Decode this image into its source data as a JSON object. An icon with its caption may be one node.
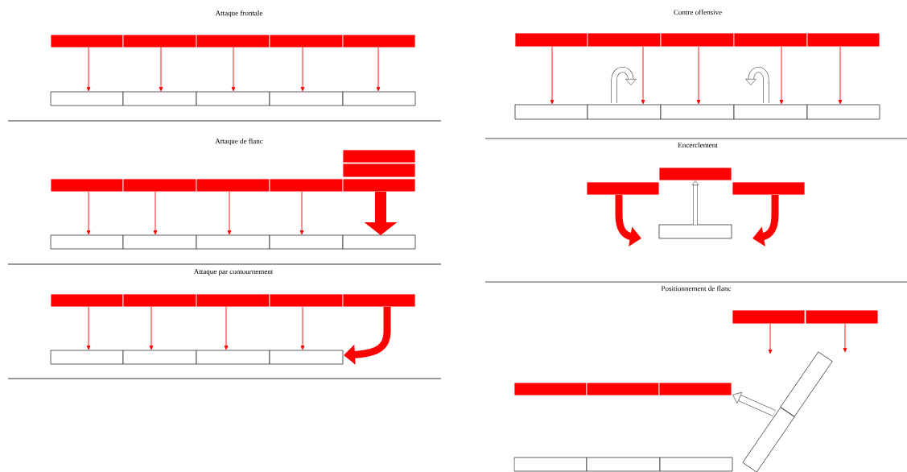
{
  "diagram": {
    "nodes": [
      {
        "text": [],
        "shape": "bar"
      },
      {
        "text": [],
        "shape": "bar"
      },
      {
        "text": [],
        "shape": "bar"
      },
      {
        "text": [],
        "shape": "bar"
      },
      {
        "text": [],
        "shape": "bar"
      },
      {
        "text": [],
        "shape": "box"
      },
      {
        "text": [],
        "shape": "box"
      },
      {
        "text": [],
        "shape": "box"
      },
      {
        "text": [],
        "shape": "box"
      },
      {
        "text": [],
        "shape": "box"
      },
      {
        "text": [],
        "shape": "bar"
      },
      {
        "text": [],
        "shape": "bar"
      },
      {
        "text": [],
        "shape": "bar"
      },
      {
        "text": [],
        "shape": "bar"
      },
      {
        "text": [],
        "shape": "bar"
      },
      {
        "text": [],
        "shape": "box"
      },
      {
        "text": [],
        "shape": "box"
      },
      {
        "text": [],
        "shape": "box"
      },
      {
        "text": [],
        "shape": "box"
      },
      {
        "text": [],
        "shape": "box"
      },
      {
        "text": [],
        "shape": "bar"
      },
      {
        "text": [],
        "shape": "bar"
      },
      {
        "text": [],
        "shape": "bar"
      },
      {
        "text": [],
        "shape": "bar"
      },
      {
        "text": [],
        "shape": "bar"
      },
      {
        "text": [],
        "shape": "bar"
      },
      {
        "text": [],
        "shape": "bar"
      },
      {
        "text": [],
        "shape": "box"
      },
      {
        "text": [],
        "shape": "box"
      },
      {
        "text": [],
        "shape": "box"
      },
      {
        "text": [],
        "shape": "box"
      },
      {
        "text": [],
        "shape": "box"
      },
      {
        "text": [],
        "shape": "bar"
      },
      {
        "text": [],
        "shape": "bar"
      },
      {
        "text": [],
        "shape": "bar"
      },
      {
        "text": [],
        "shape": "bar"
      },
      {
        "text": [],
        "shape": "bar"
      },
      {
        "text": [],
        "shape": "box"
      },
      {
        "text": [],
        "shape": "box"
      },
      {
        "text": [],
        "shape": "box"
      },
      {
        "text": [],
        "shape": "box"
      },
      {
        "text": [],
        "shape": "bar"
      },
      {
        "text": [],
        "shape": "bar"
      },
      {
        "text": [],
        "shape": "bar"
      },
      {
        "text": [],
        "shape": "box"
      },
      {
        "text": [],
        "shape": "bar"
      },
      {
        "text": [],
        "shape": "bar"
      },
      {
        "text": [],
        "shape": "bar"
      },
      {
        "text": [],
        "shape": "bar"
      },
      {
        "text": [],
        "shape": "bar"
      },
      {
        "text": [],
        "shape": "box"
      },
      {
        "text": [],
        "shape": "box"
      },
      {
        "text": [],
        "shape": "box"
      },
      {
        "text": [],
        "shape": "box"
      },
      {
        "text": [],
        "shape": "box"
      }
    ],
    "edges": [
      {
        "from": 0,
        "to": 5,
        "arrow": "to"
      },
      {
        "from": 1,
        "to": 6,
        "arrow": "to"
      },
      {
        "from": 2,
        "to": 7,
        "arrow": "to"
      },
      {
        "from": 3,
        "to": 8,
        "arrow": "to"
      },
      {
        "from": 4,
        "to": 9,
        "arrow": "to"
      },
      {
        "from": 10,
        "to": 15,
        "arrow": "to"
      },
      {
        "from": 11,
        "to": 16,
        "arrow": "to"
      },
      {
        "from": 12,
        "to": 17,
        "arrow": "to"
      },
      {
        "from": 13,
        "to": 18,
        "arrow": "to"
      },
      {
        "from": 14,
        "to": 19,
        "arrow": "to"
      },
      {
        "from": 16,
        "to": null,
        "arrow": "to",
        "style": "thick",
        "color": "#404040"
      },
      {
        "from": 18,
        "to": null,
        "arrow": "to",
        "style": "thick",
        "color": "#404040"
      },
      {
        "from": 22,
        "to": 27,
        "arrow": "to"
      },
      {
        "from": 23,
        "to": 28,
        "arrow": "to"
      },
      {
        "from": 24,
        "to": 29,
        "arrow": "to"
      },
      {
        "from": 25,
        "to": 30,
        "arrow": "to"
      },
      {
        "from": 26,
        "to": 31,
        "arrow": "to",
        "style": "thick"
      },
      {
        "from": 32,
        "to": 37,
        "arrow": "to"
      },
      {
        "from": 33,
        "to": 38,
        "arrow": "to"
      },
      {
        "from": 34,
        "to": 39,
        "arrow": "to"
      },
      {
        "from": 35,
        "to": 40,
        "arrow": "to"
      },
      {
        "from": 36,
        "to": 40,
        "arrow": "to",
        "style": "thick"
      },
      {
        "from": 44,
        "to": 41,
        "arrow": "to",
        "style": "thick",
        "color": "#404040"
      },
      {
        "from": 42,
        "to": null,
        "arrow": "to",
        "style": "thick"
      },
      {
        "from": 43,
        "to": null,
        "arrow": "to",
        "style": "thick"
      },
      {
        "from": 45,
        "to": null,
        "arrow": "to"
      },
      {
        "from": 46,
        "to": null,
        "arrow": "to"
      },
      {
        "from": 51,
        "to": 49,
        "arrow": "to",
        "style": "thick",
        "color": "#404040"
      }
    ],
    "labels": [
      "Attaque frontale",
      "Contre offensive",
      "Attaque de flanc",
      "Encerclement",
      "Attaque par contournement",
      "Positionnement de flanc"
    ]
  }
}
